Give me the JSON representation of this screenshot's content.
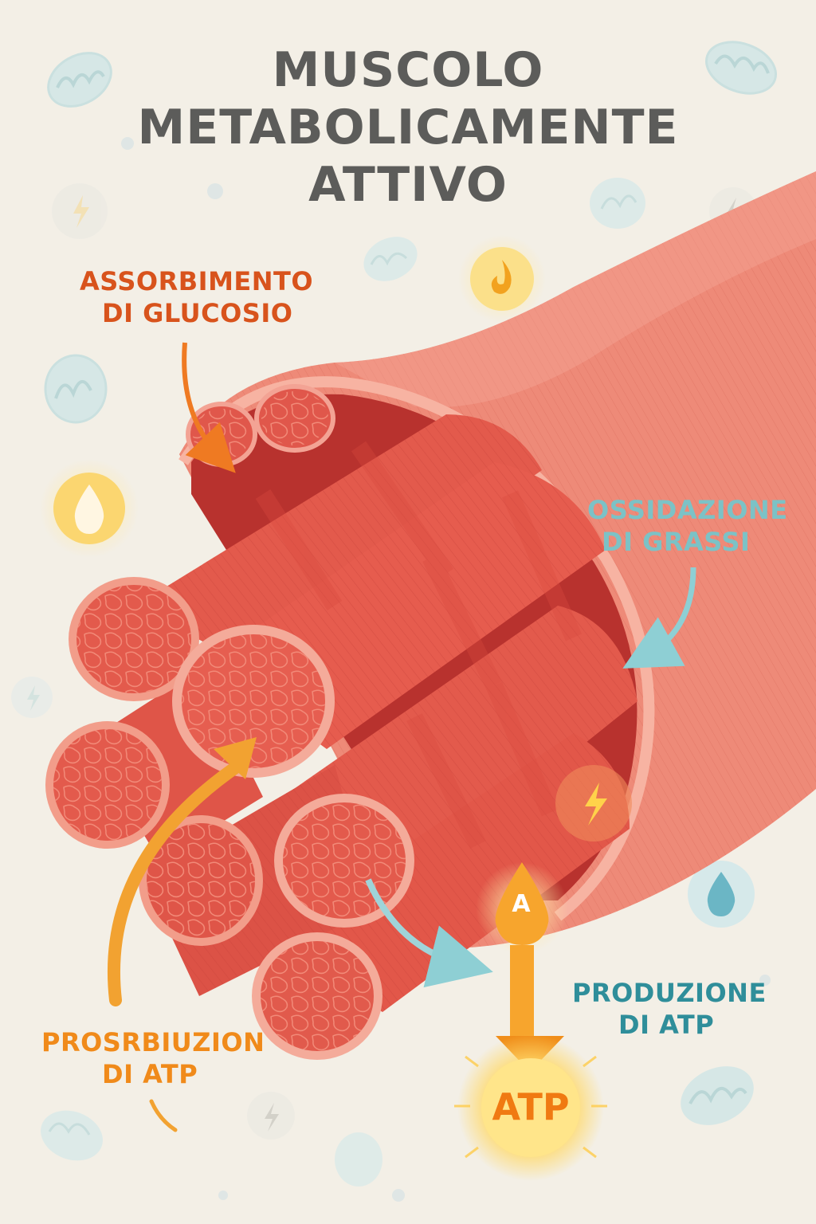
{
  "title": {
    "line1": "MUSCOLO",
    "line2": "METABOLICAMENTE",
    "line3": "ATTIVO"
  },
  "labels": {
    "glucose": {
      "line1": "ASSORBIMENTO",
      "line2": "DI GLUCOSIO"
    },
    "fat": {
      "line1": "OSSIDAZIONE",
      "line2": "DI GRASSI"
    },
    "atp_right": {
      "line1": "PRODUZIONE",
      "line2": "DI ATP"
    },
    "atp_left": {
      "line1": "PROSRBIUZION",
      "line2": "DI ATP"
    }
  },
  "atp_badge": "ATP",
  "atp_drop_letter": "A",
  "icons": [
    "mitochondrion-icon",
    "lightning-icon",
    "flame-icon",
    "water-drop-icon",
    "fat-drop-icon"
  ],
  "colors": {
    "background": "#f3efe6",
    "title": "#5c5c5a",
    "orange_label": "#d8531c",
    "amber_label": "#f08a1a",
    "teal_label": "#7cc2c6",
    "dark_teal_label": "#2f8e9a",
    "muscle": "#e4594a",
    "sheath": "#f0907a",
    "atp_glow": "#ffd25a"
  }
}
